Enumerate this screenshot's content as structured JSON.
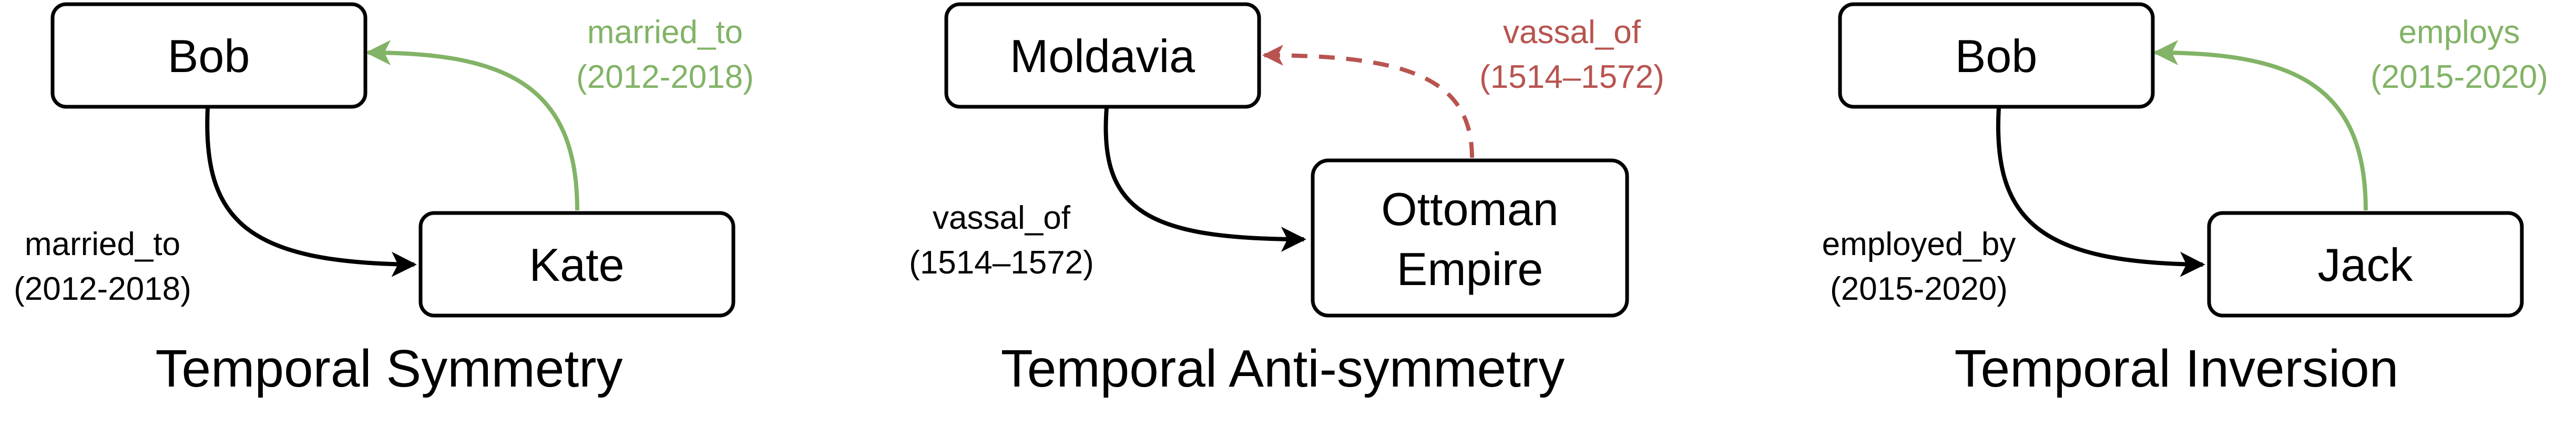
{
  "colors": {
    "black": "#000000",
    "green": "#82b366",
    "red": "#b85450"
  },
  "panels": [
    {
      "caption": "Temporal Symmetry",
      "nodes": {
        "top": "Bob",
        "bottom": "Kate"
      },
      "edge_left": {
        "relation": "married_to",
        "interval": "(2012-2018)"
      },
      "edge_right": {
        "relation": "married_to",
        "interval": "(2012-2018)"
      }
    },
    {
      "caption": "Temporal Anti-symmetry",
      "nodes": {
        "top": "Moldavia",
        "bottom_line1": "Ottoman",
        "bottom_line2": "Empire"
      },
      "edge_left": {
        "relation": "vassal_of",
        "interval": "(1514–1572)"
      },
      "edge_right": {
        "relation": "vassal_of",
        "interval": "(1514–1572)"
      }
    },
    {
      "caption": "Temporal Inversion",
      "nodes": {
        "top": "Bob",
        "bottom": "Jack"
      },
      "edge_left": {
        "relation": "employed_by",
        "interval": "(2015-2020)"
      },
      "edge_right": {
        "relation": "employs",
        "interval": "(2015-2020)"
      }
    }
  ]
}
